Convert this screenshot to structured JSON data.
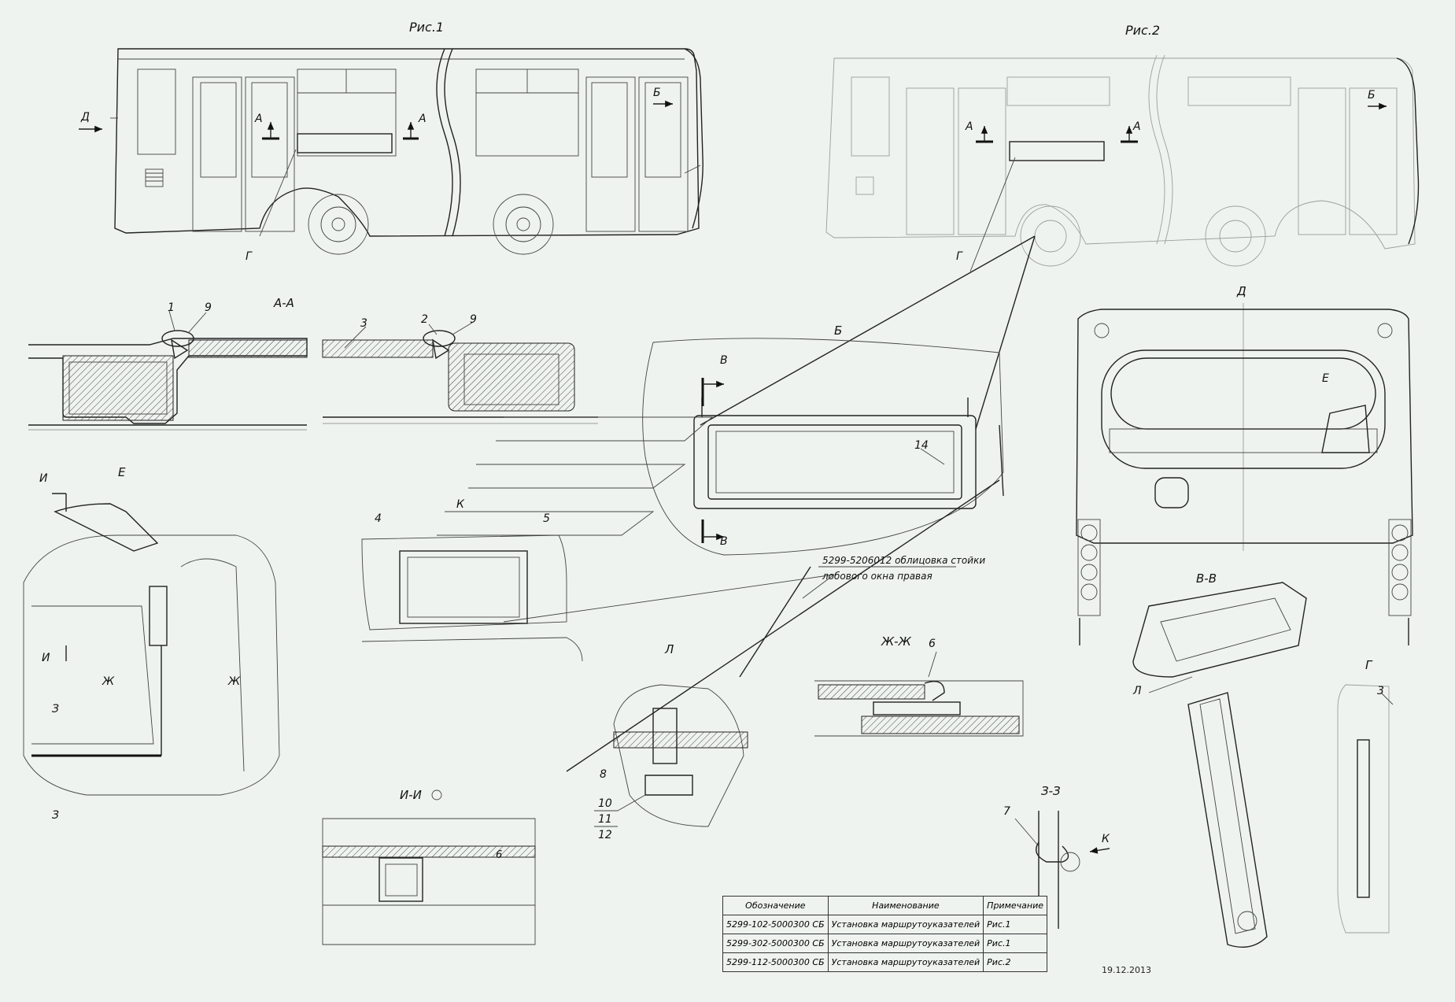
{
  "figures": {
    "fig1_title": "Рис.1",
    "fig2_title": "Рис.2",
    "view_d": "Д",
    "view_b": "Б",
    "view_e": "Е",
    "view_l": "Л",
    "view_g": "Г",
    "section_aa": "А-А",
    "section_vv": "В-В",
    "section_zhzh": "Ж-Ж",
    "section_ii": "И-И",
    "section_zz": "З-З"
  },
  "markers": {
    "a": "А",
    "b": "Б",
    "d": "Д",
    "g": "Г",
    "v": "В",
    "k": "К",
    "e": "Е",
    "i": "И",
    "zh": "Ж",
    "z": "З"
  },
  "positions": {
    "p1": "1",
    "p2": "2",
    "p3": "3",
    "p4": "4",
    "p5": "5",
    "p6": "6",
    "p7": "7",
    "p8": "8",
    "p9": "9",
    "p10": "10",
    "p11": "11",
    "p12": "12",
    "p14": "14"
  },
  "callout": {
    "line1": "5299-5206012 облицовка стойки",
    "line2": "лобового окна правая"
  },
  "spec_table": {
    "headers": [
      "Обозначение",
      "Наименование",
      "Примечание"
    ],
    "rows": [
      [
        "5299-102-5000300 СБ",
        "Установка маршрутоуказателей",
        "Рис.1"
      ],
      [
        "5299-302-5000300 СБ",
        "Установка маршрутоуказателей",
        "Рис.1"
      ],
      [
        "5299-112-5000300 СБ",
        "Установка маршрутоуказателей",
        "Рис.2"
      ]
    ]
  },
  "date": "19.12.2013"
}
